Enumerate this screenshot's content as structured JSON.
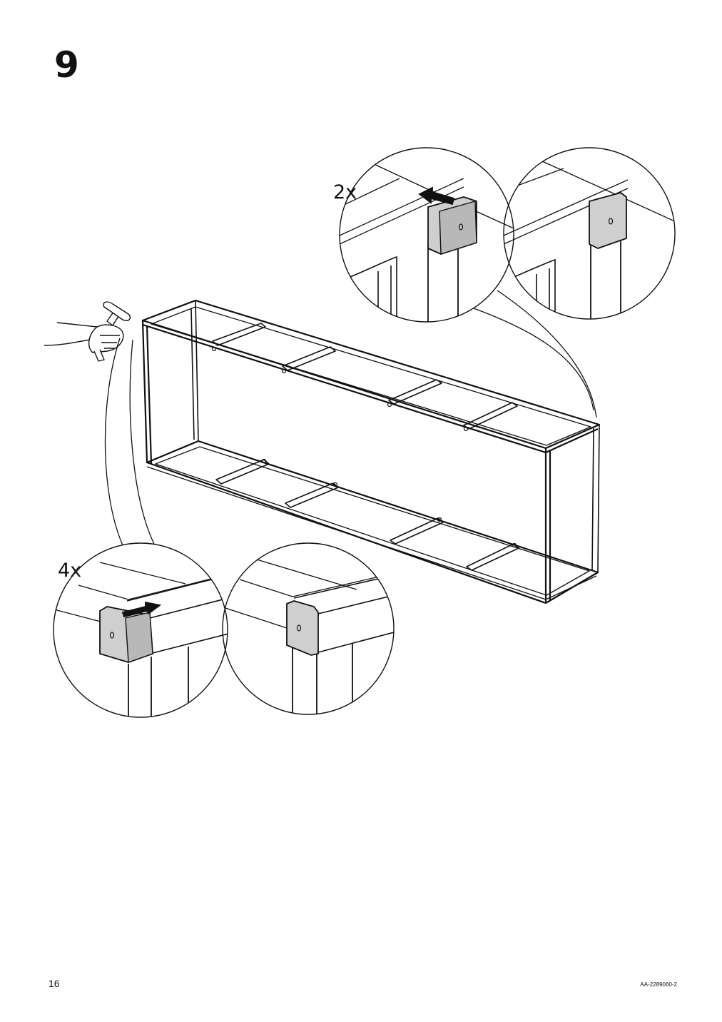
{
  "step": {
    "number": "9"
  },
  "quantities": {
    "top_detail": "2x",
    "bottom_detail": "4x"
  },
  "footer": {
    "page_number": "16",
    "doc_code": "AA-2289060-2"
  },
  "colors": {
    "line": "#111111",
    "cap_fill": "#cfcfcf",
    "cap_shade": "#b0b0b0",
    "arrow": "#111111"
  },
  "icons": [
    "hand-with-hammer-icon",
    "push-arrow-icon",
    "end-cap-icon"
  ]
}
